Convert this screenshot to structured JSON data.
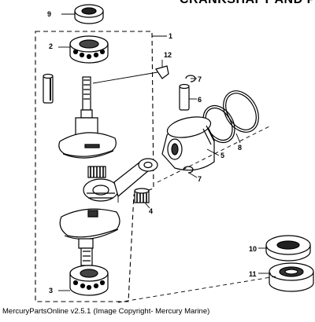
{
  "header": {
    "title": "CRANKSHAFT AND P"
  },
  "callouts": {
    "c1": "1",
    "c2": "2",
    "c3": "3",
    "c4": "4",
    "c5": "5",
    "c6": "6",
    "c7a": "7",
    "c7b": "7",
    "c8": "8",
    "c9": "9",
    "c10": "10",
    "c11": "11",
    "c12": "12"
  },
  "footer": {
    "app_version": "MercuryPartsOnline v2.5.1",
    "copyright": "(Image Copyright- Mercury Marine)"
  }
}
